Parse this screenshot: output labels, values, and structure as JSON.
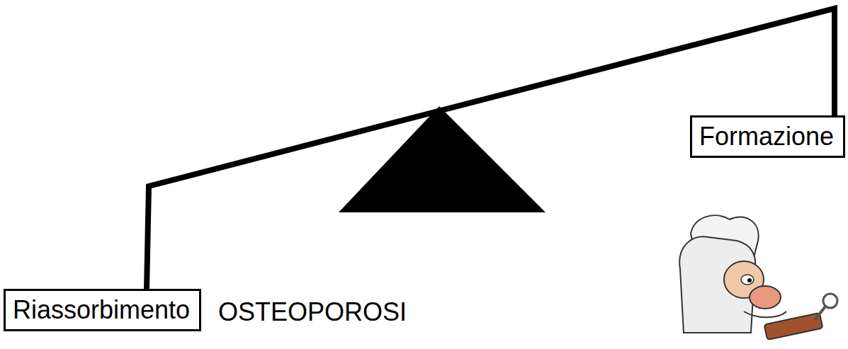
{
  "diagram": {
    "nodes": [
      {
        "text": [
          "Riassorbimento"
        ]
      },
      {
        "text": [
          "Formazione"
        ]
      }
    ],
    "edges": [
      {
        "from": 0,
        "to": 1,
        "arrow": "none"
      }
    ],
    "labels": [
      "OSTEOPOROSI"
    ]
  }
}
